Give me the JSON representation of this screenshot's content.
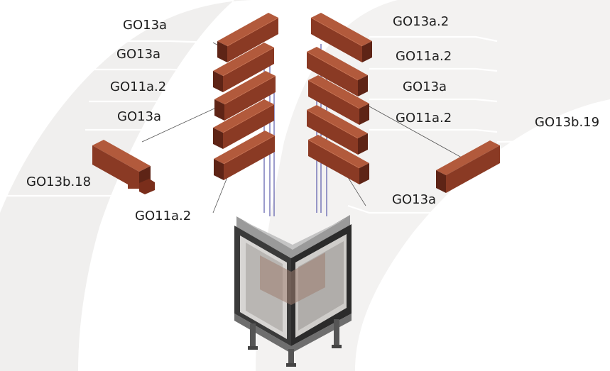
{
  "diagram": {
    "parts": [
      {
        "id": "p1",
        "code": "GO13a"
      },
      {
        "id": "p2",
        "code": "GO13a"
      },
      {
        "id": "p3",
        "code": "GO11a.2"
      },
      {
        "id": "p4",
        "code": "GO13a"
      },
      {
        "id": "p5",
        "code": "GO13b.18"
      },
      {
        "id": "p6",
        "code": "GO11a.2"
      },
      {
        "id": "p7",
        "code": "GO13a.2"
      },
      {
        "id": "p8",
        "code": "GO11a.2"
      },
      {
        "id": "p9",
        "code": "GO13a"
      },
      {
        "id": "p10",
        "code": "GO11a.2"
      },
      {
        "id": "p11",
        "code": "GO13b.19"
      },
      {
        "id": "p12",
        "code": "GO13a"
      }
    ],
    "colors": {
      "brick_front": "#8a3a24",
      "brick_top": "#b25a3c",
      "brick_side": "#5e2416",
      "frame": "#7a7a7a",
      "frame_dark": "#2b2b2b",
      "background_shape": "#f0efee"
    }
  }
}
